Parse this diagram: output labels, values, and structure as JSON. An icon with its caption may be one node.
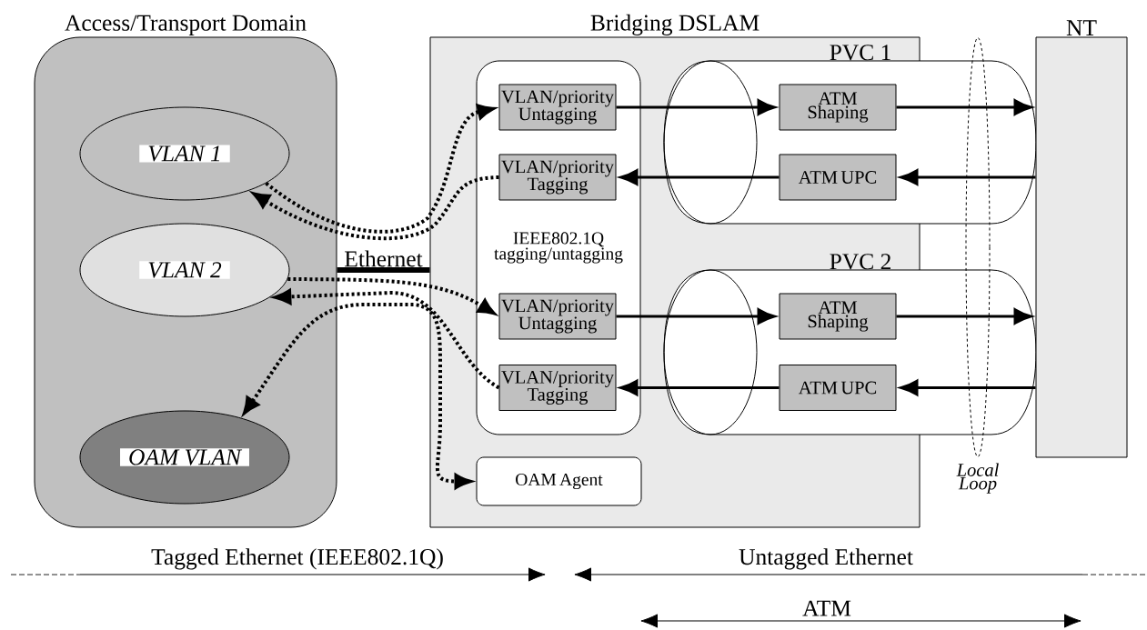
{
  "diagram": {
    "nodes": [
      {
        "text": [
          "Access/Transport Domain"
        ]
      },
      {
        "text": [
          "VLAN 1"
        ],
        "in": 0
      },
      {
        "text": [
          "VLAN 2"
        ],
        "in": 0
      },
      {
        "text": [
          "OAM VLAN"
        ],
        "in": 0
      },
      {
        "text": [
          "Bridging DSLAM"
        ]
      },
      {
        "text": [
          "IEEE802.1Q tagging/untagging"
        ],
        "in": 4
      },
      {
        "text": [
          "VLAN/priority Untagging"
        ],
        "in": 5
      },
      {
        "text": [
          "VLAN/priority Tagging"
        ],
        "in": 5
      },
      {
        "text": [
          "VLAN/priority Untagging"
        ],
        "in": 5
      },
      {
        "text": [
          "VLAN/priority Tagging"
        ],
        "in": 5
      },
      {
        "text": [
          "OAM Agent"
        ],
        "in": 4
      },
      {
        "text": [
          "ATM Shaping"
        ],
        "in": 4
      },
      {
        "text": [
          "ATM UPC"
        ],
        "in": 4
      },
      {
        "text": [
          "ATM Shaping"
        ],
        "in": 4
      },
      {
        "text": [
          "ATM UPC"
        ],
        "in": 4
      },
      {
        "text": [
          "NT"
        ]
      }
    ],
    "edges": [
      {
        "from": 0,
        "to": 4,
        "arrow": "none",
        "style": "thick",
        "label": "Ethernet"
      },
      {
        "from": 1,
        "to": 6,
        "arrow": "to",
        "style": "dashed"
      },
      {
        "from": 7,
        "to": 1,
        "arrow": "to",
        "style": "dashed"
      },
      {
        "from": 2,
        "to": 8,
        "arrow": "to",
        "style": "dashed"
      },
      {
        "from": 9,
        "to": 2,
        "arrow": "to",
        "style": "dashed"
      },
      {
        "from": 3,
        "to": 10,
        "arrow": "both",
        "style": "dashed"
      },
      {
        "from": 6,
        "to": 11,
        "arrow": "to"
      },
      {
        "from": 11,
        "to": 15,
        "arrow": "to"
      },
      {
        "from": 15,
        "to": 12,
        "arrow": "to"
      },
      {
        "from": 12,
        "to": 7,
        "arrow": "to"
      },
      {
        "from": 8,
        "to": 13,
        "arrow": "to"
      },
      {
        "from": 13,
        "to": 15,
        "arrow": "to"
      },
      {
        "from": 15,
        "to": 14,
        "arrow": "to"
      },
      {
        "from": 14,
        "to": 9,
        "arrow": "to"
      }
    ],
    "labels": [
      "PVC 1",
      "PVC 2",
      "Local Loop",
      "Tagged Ethernet (IEEE802.1Q)",
      "Untagged Ethernet",
      "ATM"
    ]
  }
}
